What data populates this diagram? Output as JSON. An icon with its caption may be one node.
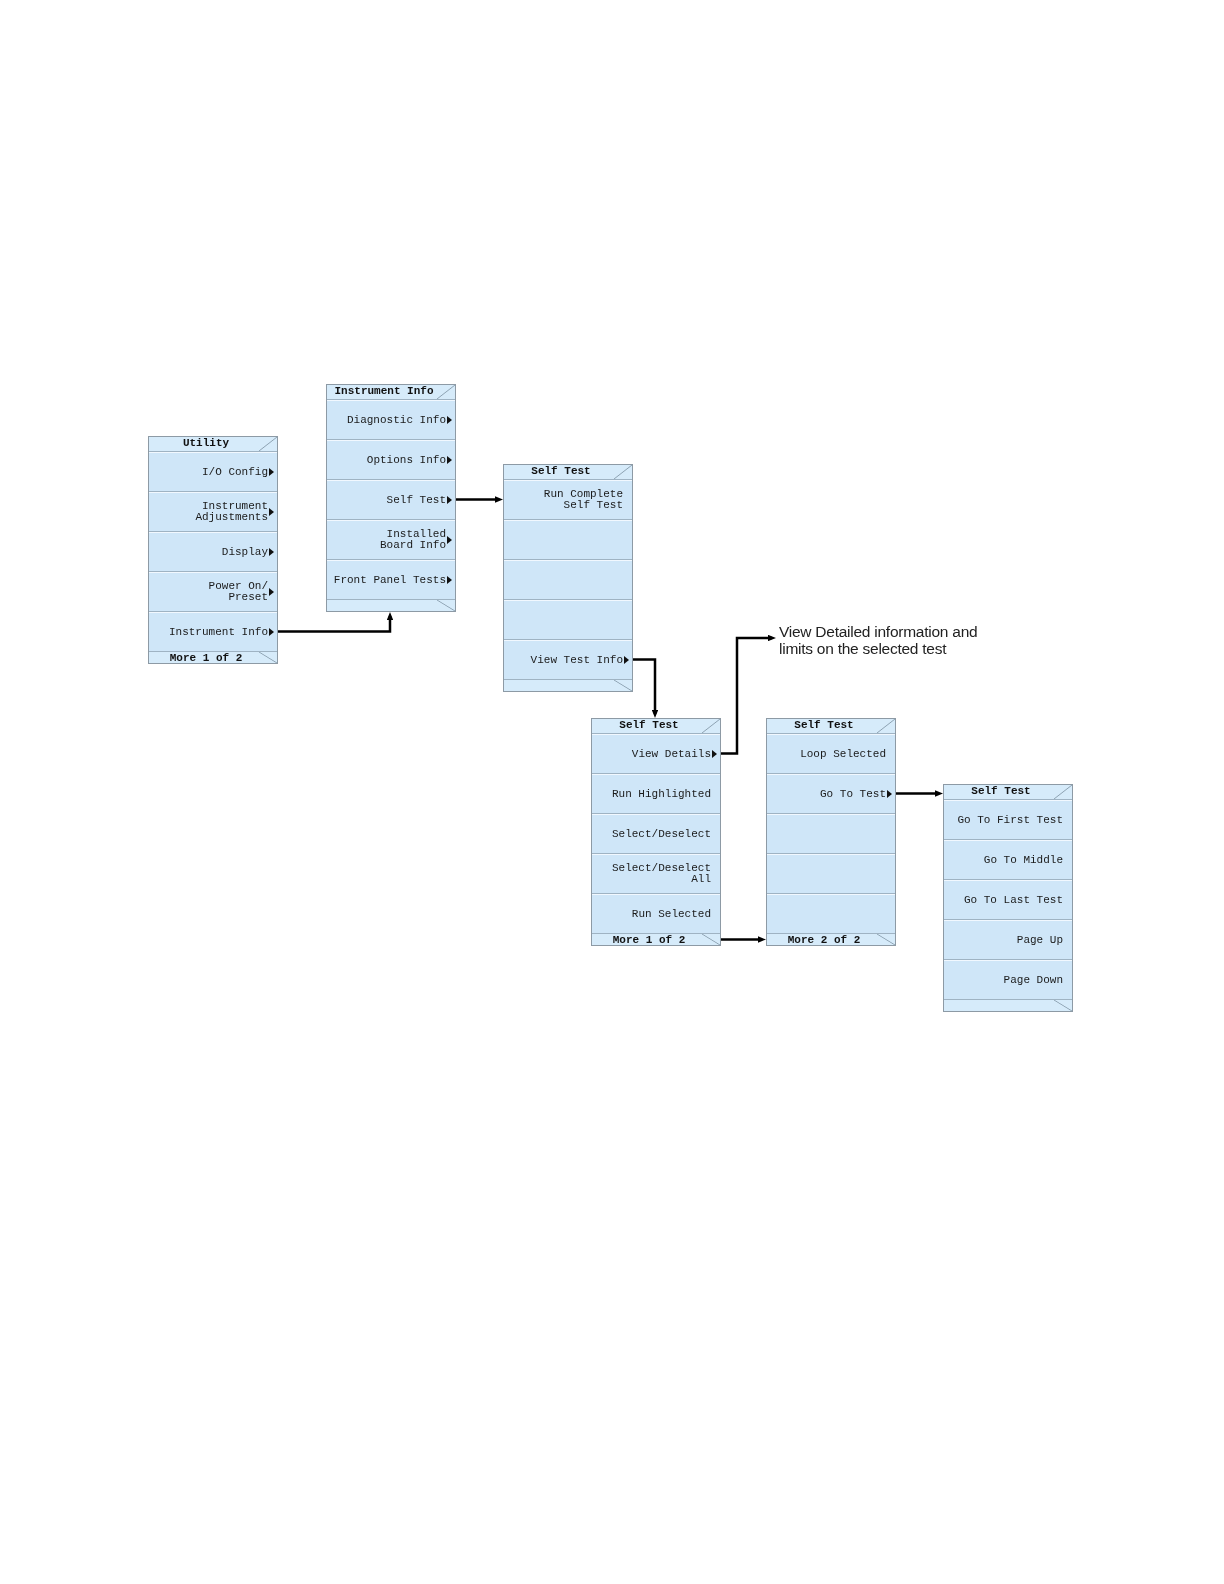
{
  "diagram": {
    "nodes": [
      {
        "text": [
          "Utility"
        ]
      },
      {
        "text": [
          "I/O Config"
        ],
        "in": 0
      },
      {
        "text": [
          "Instrument Adjustments"
        ],
        "in": 0
      },
      {
        "text": [
          "Display"
        ],
        "in": 0
      },
      {
        "text": [
          "Power On/ Preset"
        ],
        "in": 0
      },
      {
        "text": [
          "Instrument Info"
        ],
        "in": 0
      },
      {
        "text": [
          "More 1 of 2"
        ],
        "in": 0
      },
      {
        "text": [
          "Instrument Info"
        ]
      },
      {
        "text": [
          "Diagnostic Info"
        ],
        "in": 7
      },
      {
        "text": [
          "Options Info"
        ],
        "in": 7
      },
      {
        "text": [
          "Self Test"
        ],
        "in": 7
      },
      {
        "text": [
          "Installed Board Info"
        ],
        "in": 7
      },
      {
        "text": [
          "Front Panel Tests"
        ],
        "in": 7
      },
      {
        "text": [],
        "shape": "bar",
        "in": 7
      },
      {
        "text": [
          "Self Test"
        ]
      },
      {
        "text": [
          "Run Complete Self Test"
        ],
        "in": 14
      },
      {
        "text": [],
        "shape": "box",
        "in": 14
      },
      {
        "text": [],
        "shape": "box",
        "in": 14
      },
      {
        "text": [],
        "shape": "box",
        "in": 14
      },
      {
        "text": [
          "View Test Info"
        ],
        "in": 14
      },
      {
        "text": [],
        "shape": "bar",
        "in": 14
      },
      {
        "text": [
          "View Detailed information and limits on the selected test"
        ]
      },
      {
        "text": [
          "Self Test"
        ]
      },
      {
        "text": [
          "View Details"
        ],
        "in": 22
      },
      {
        "text": [
          "Run Highlighted"
        ],
        "in": 22
      },
      {
        "text": [
          "Select/Deselect"
        ],
        "in": 22
      },
      {
        "text": [
          "Select/Deselect All"
        ],
        "in": 22
      },
      {
        "text": [
          "Run Selected"
        ],
        "in": 22
      },
      {
        "text": [
          "More 1 of 2"
        ],
        "in": 22
      },
      {
        "text": [
          "Self Test"
        ]
      },
      {
        "text": [
          "Loop Selected"
        ],
        "in": 29
      },
      {
        "text": [
          "Go To Test"
        ],
        "in": 29
      },
      {
        "text": [],
        "shape": "box",
        "in": 29
      },
      {
        "text": [],
        "shape": "box",
        "in": 29
      },
      {
        "text": [],
        "shape": "box",
        "in": 29
      },
      {
        "text": [
          "More 2 of 2"
        ],
        "in": 29
      },
      {
        "text": [
          "Self Test"
        ]
      },
      {
        "text": [
          "Go To First Test"
        ],
        "in": 36
      },
      {
        "text": [
          "Go To Middle"
        ],
        "in": 36
      },
      {
        "text": [
          "Go To Last Test"
        ],
        "in": 36
      },
      {
        "text": [
          "Page Up"
        ],
        "in": 36
      },
      {
        "text": [
          "Page Down"
        ],
        "in": 36
      },
      {
        "text": [],
        "shape": "bar",
        "in": 36
      }
    ],
    "edges": [
      {
        "from": 5,
        "to": 7,
        "arrow": "to"
      },
      {
        "from": 10,
        "to": 14,
        "arrow": "to"
      },
      {
        "from": 19,
        "to": 22,
        "arrow": "to"
      },
      {
        "from": 23,
        "to": 21,
        "arrow": "to"
      },
      {
        "from": 28,
        "to": 29,
        "arrow": "to"
      },
      {
        "from": 31,
        "to": 36,
        "arrow": "to"
      }
    ]
  }
}
